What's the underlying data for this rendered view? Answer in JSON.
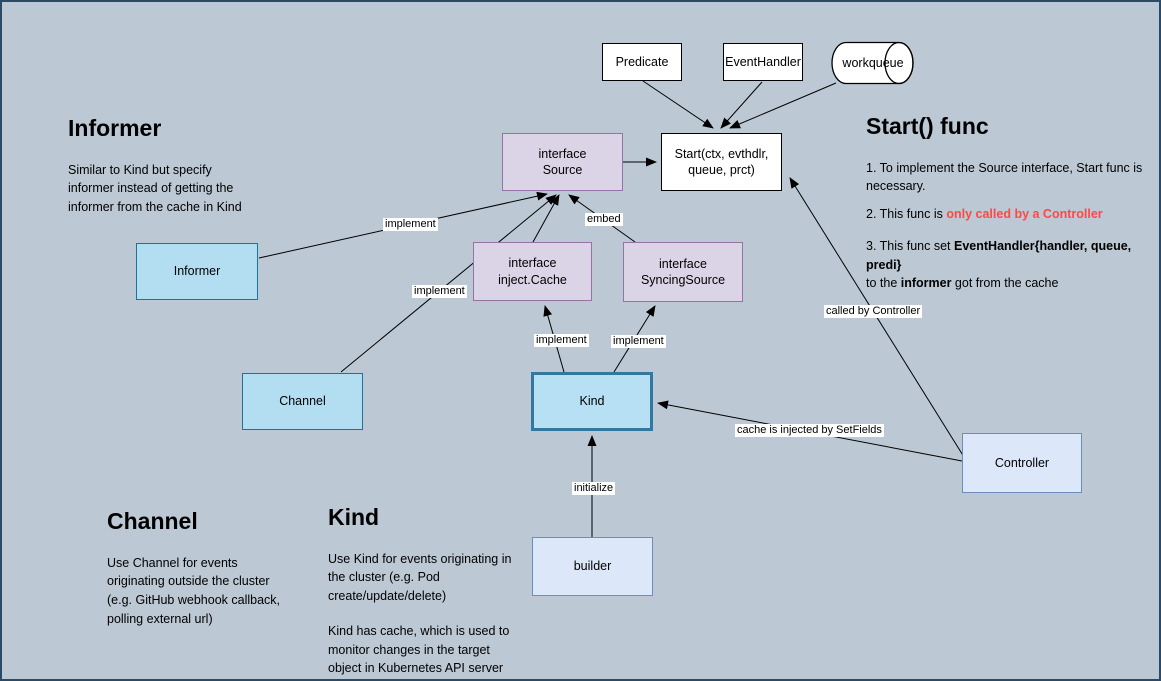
{
  "diagram": {
    "nodes": {
      "predicate": "Predicate",
      "event_handler": "EventHandler",
      "workqueue": "workqueue",
      "source": "interface\nSource",
      "start": "Start(ctx, evthdlr,\nqueue, prct)",
      "informer": "Informer",
      "inject_cache": "interface\ninject.Cache",
      "syncing_source": "interface\nSyncingSource",
      "channel": "Channel",
      "kind": "Kind",
      "controller": "Controller",
      "builder": "builder"
    },
    "edge_labels": {
      "informer_implement": "implement",
      "channel_implement": "implement",
      "embed": "embed",
      "cache_implement": "implement",
      "syncing_implement": "implement",
      "called_by_controller": "called by Controller",
      "cache_injected": "cache is injected by SetFields",
      "initialize": "initialize"
    }
  },
  "notes": {
    "informer": {
      "title": "Informer",
      "body": "Similar to Kind but specify\ninformer instead of getting the\ninformer from the cache in Kind"
    },
    "start_func": {
      "title": "Start() func",
      "item1": "1. To implement the Source interface, Start func is\nnecessary.",
      "item2_prefix": "2. This func is ",
      "item2_highlight": "only called by a Controller",
      "item3_prefix": "3. This func set ",
      "item3_bold": "EventHandler{handler, queue, predi}",
      "item3_line2_prefix": "to the ",
      "item3_line2_bold": "informer",
      "item3_line2_suffix": " got from the cache"
    },
    "channel": {
      "title": "Channel",
      "body": "Use Channel for events\noriginating outside the cluster\n(e.g. GitHub webhook callback,\npolling external url)"
    },
    "kind": {
      "title": "Kind",
      "para1": "Use Kind for events originating in\nthe cluster (e.g. Pod\ncreate/update/delete)",
      "para2": "Kind has cache, which is used to\nmonitor changes in the target\nobject in Kubernetes API server"
    }
  },
  "colors": {
    "canvas_bg": "#BCC8D3",
    "frame_border": "#2B4A66",
    "purple_fill": "#DBD4E6",
    "purple_border": "#9673A6",
    "lightblue_fill": "#B3DEF2",
    "lightblue_border": "#1A7599",
    "kind_highlight_border": "#33789E",
    "lavender_fill": "#DCE8FA",
    "lavender_border": "#6C8EBF",
    "highlight_red": "#FF4747",
    "line_color": "#000000"
  }
}
